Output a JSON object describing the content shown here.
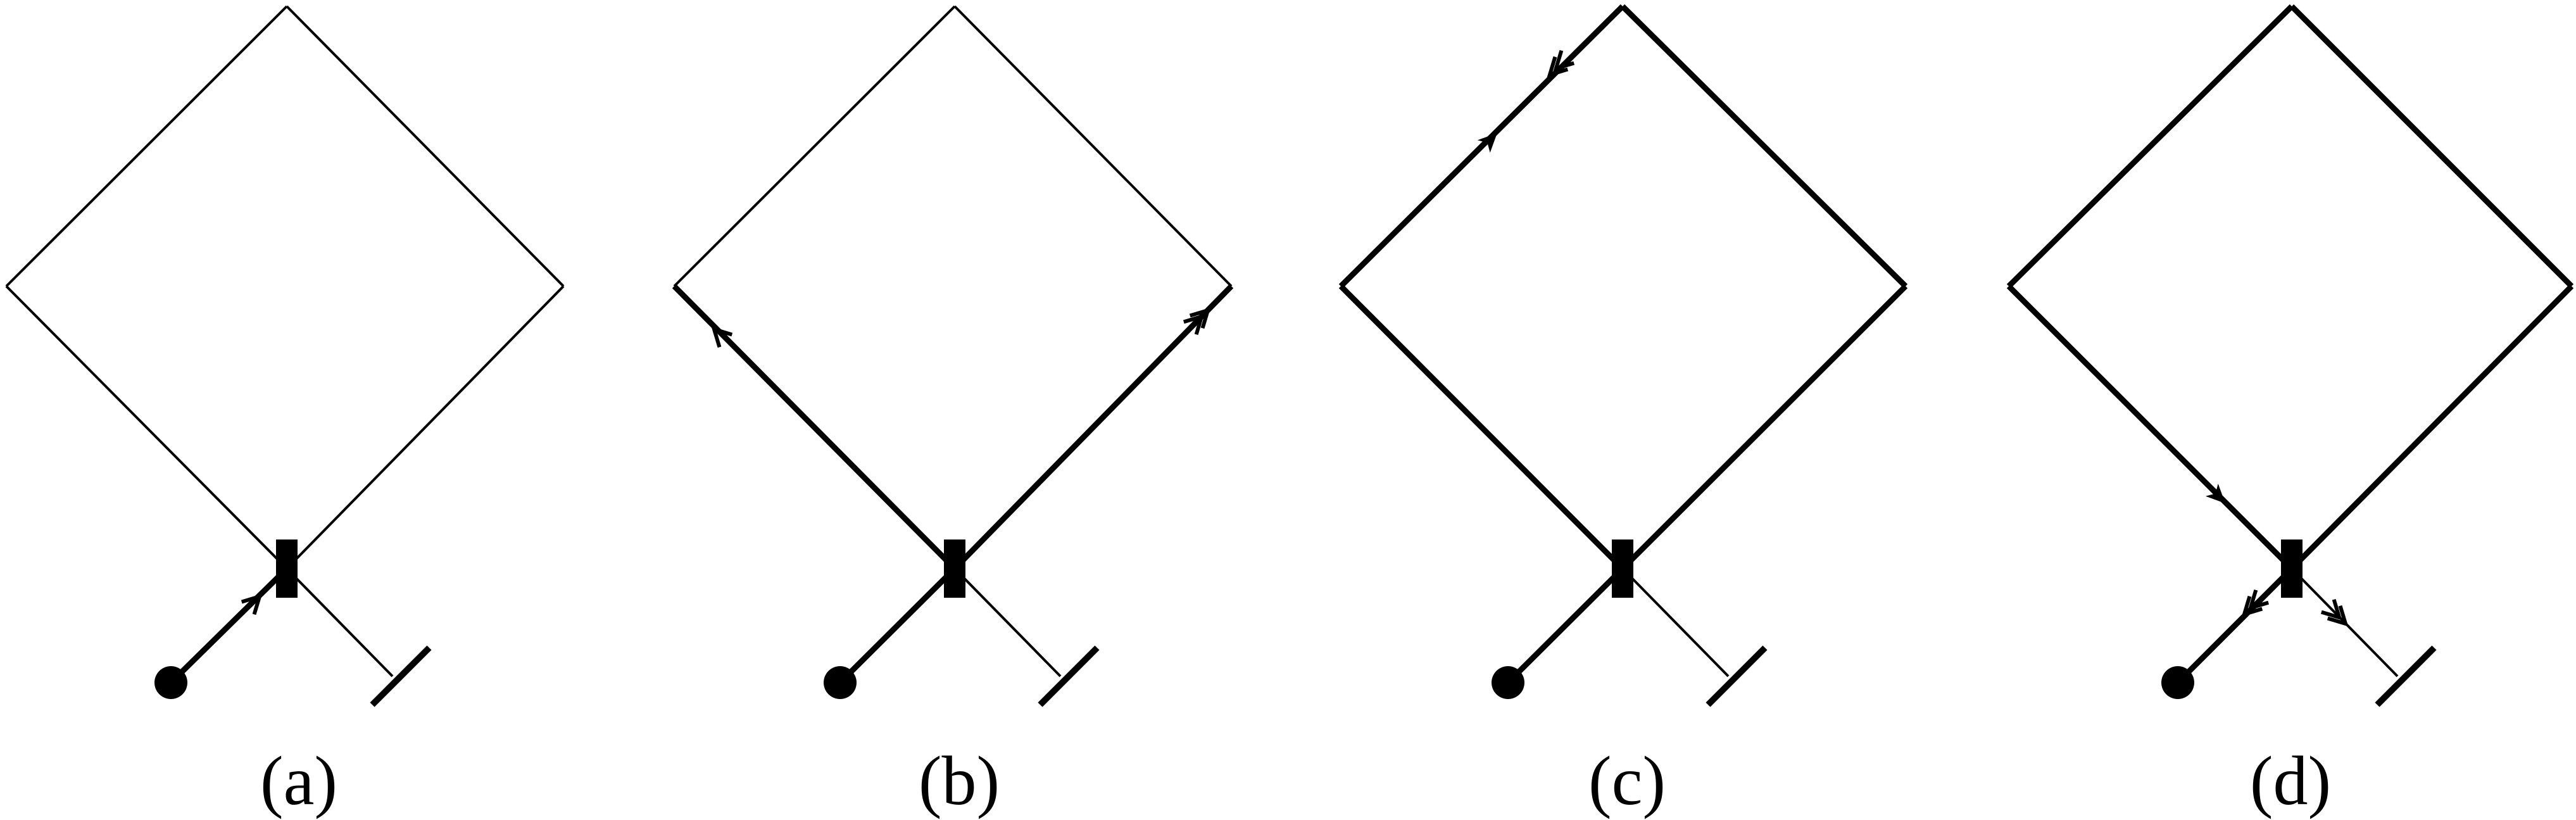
{
  "panels": [
    {
      "label": "(a)"
    },
    {
      "label": "(b)"
    },
    {
      "label": "(c)"
    },
    {
      "label": "(d)"
    }
  ],
  "colors": {
    "ink": "#000000",
    "background": "#ffffff"
  }
}
